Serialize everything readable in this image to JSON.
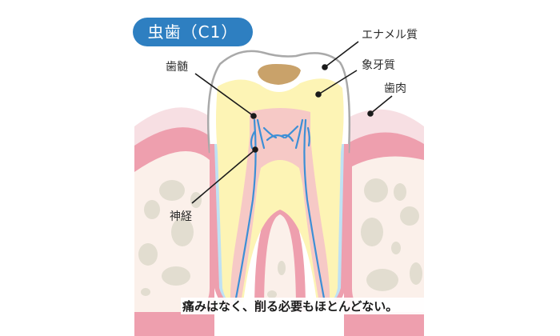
{
  "title": "虫歯（C1）",
  "labels": {
    "enamel": "エナメル質",
    "dentin": "象牙質",
    "gum": "歯肉",
    "pulp": "歯髄",
    "nerve": "神経"
  },
  "caption": "痛みはなく、削る必要もほとんどない。",
  "colors": {
    "badge": "#2e7fc1",
    "enamel_outline": "#a9a9a9",
    "dentin": "#fdf4b5",
    "pulp": "#f6c9c6",
    "nerve": "#3d8fd6",
    "cavity": "#c9a26a",
    "gum_outer": "#f7dfe3",
    "gum_inner": "#ee9fae",
    "bone": "#fbf0ea",
    "bone_spots": "#e2ddd0",
    "cementum": "#bfe1f4"
  }
}
